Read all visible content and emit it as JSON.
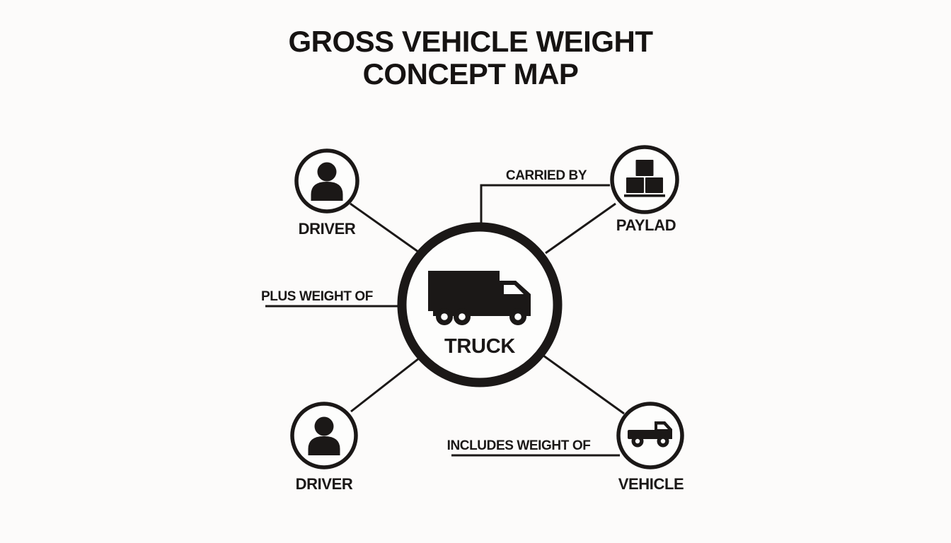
{
  "title": {
    "line1": "GROSS VEHICLE WEIGHT",
    "line2": "CONCEPT MAP"
  },
  "center_node": {
    "label": "TRUCK",
    "icon": "box-truck-icon"
  },
  "nodes": {
    "driver_top_left": {
      "label": "DRIVER",
      "icon": "person-icon"
    },
    "payload_top_right": {
      "label": "PAYLAD",
      "icon": "cargo-boxes-icon"
    },
    "driver_bottom_left": {
      "label": "DRIVER",
      "icon": "person-icon"
    },
    "vehicle_bottom_right": {
      "label": "VEHICLE",
      "icon": "pickup-truck-icon"
    }
  },
  "edge_labels": {
    "carried_by": "CARRIED BY",
    "plus_weight_of": "PLUS WEIGHT OF",
    "includes_weight_of": "INCLUDES WEIGHT OF"
  },
  "colors": {
    "ink": "#1b1817",
    "background": "#fcfbfa"
  }
}
